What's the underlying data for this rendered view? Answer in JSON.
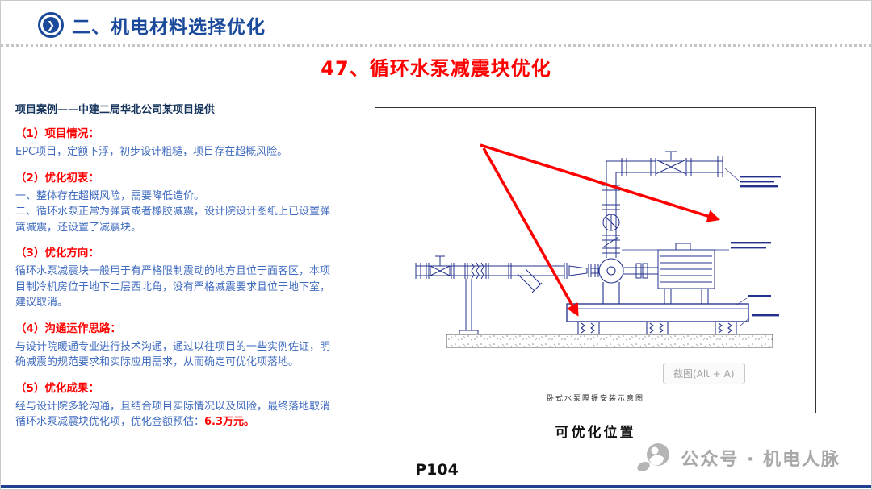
{
  "header": {
    "title": "二、机电材料选择优化",
    "icon_glyph": "❯"
  },
  "slide": {
    "title": "47、循环水泵减震块优化"
  },
  "content": {
    "case_source": "项目案例——中建二局华北公司某项目提供",
    "sections": [
      {
        "heading": "（1）项目情况：",
        "body": "EPC项目，定额下浮，初步设计粗糙，项目存在超概风险。"
      },
      {
        "heading": "（2）优化初衷：",
        "body": "一、整体存在超概风险，需要降低造价。\n二、循环水泵正常为弹簧或者橡胶减震，设计院设计图纸上已设置弹簧减震，还设置了减震块。"
      },
      {
        "heading": "（3）优化方向：",
        "body": "循环水泵减震块一般用于有严格限制震动的地方且位于面客区，本项目制冷机房位于地下二层西北角，没有严格减震要求且位于地下室，建议取消。"
      },
      {
        "heading": "（4）沟通运作思路：",
        "body": "与设计院暖通专业进行技术沟通，通过以往项目的一些实例佐证，明确减震的规范要求和实际应用需求，从而确定可优化项落地。"
      },
      {
        "heading": "（5）优化成果：",
        "body": "经与设计院多轮沟通，且结合项目实际情况以及风险，最终落地取消循环水泵减震块优化项，优化金额预估：",
        "highlight": "6.3万元。"
      }
    ]
  },
  "figure": {
    "inner_caption": "卧式水泵隔振安装示意图",
    "screenshot_label": "截图(Alt + A)",
    "below_caption": "可优化位置"
  },
  "footer": {
    "page_number": "P104",
    "watermark": "公众号 · 机电人脉"
  },
  "colors": {
    "header_blue": "#1b4a9b",
    "title_red": "#fe0000",
    "body_blue": "#3f6bbf",
    "drawing_blue": "#23308c",
    "base_blue": "#2b3990"
  }
}
